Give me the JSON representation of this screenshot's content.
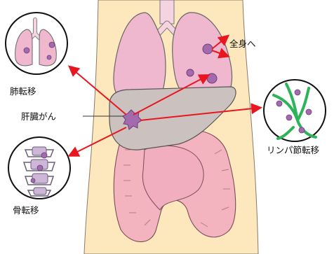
{
  "labels": {
    "lung_metastasis": "肺転移",
    "liver_cancer": "肝臓がん",
    "whole_body": "全身へ",
    "lymph_node_metastasis": "リンパ節転移",
    "bone_metastasis": "骨転移"
  },
  "colors": {
    "body_skin": "#fde7bd",
    "lung": "#f0b8cf",
    "liver": "#cbc2c0",
    "intestine": "#f3b4c0",
    "tumor": "#a46aae",
    "arrow": "#e8171f",
    "lymph_vessel": "#2fb35a",
    "outline": "#555555"
  },
  "icons": {
    "lung_inset": "lung-inset-icon",
    "bone_inset": "vertebra-inset-icon",
    "lymph_inset": "lymph-node-inset-icon"
  }
}
